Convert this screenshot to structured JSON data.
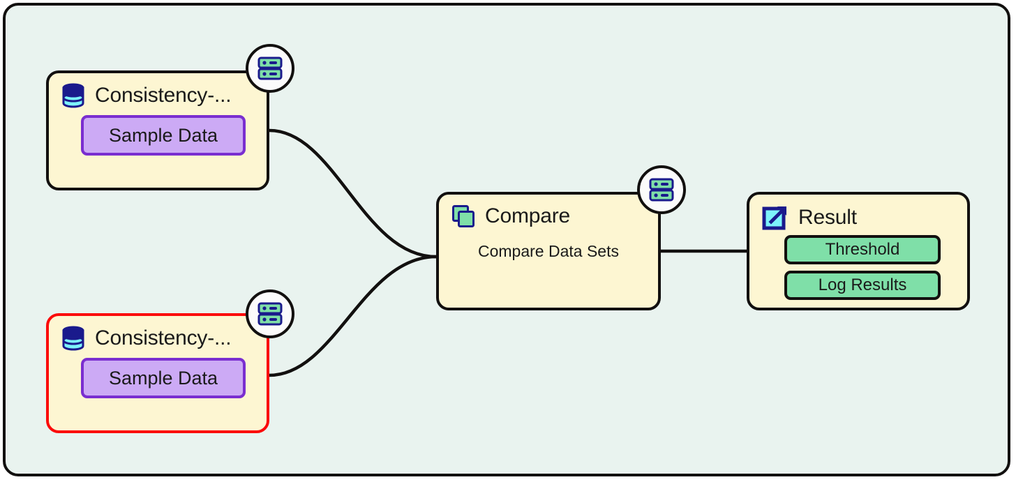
{
  "canvas": {
    "background_color": "#e9f3ef",
    "frame_border_color": "#12100f"
  },
  "palette": {
    "node_fill": "#fdf6d2",
    "node_border": "#12100f",
    "selected_border": "#fb0a0a",
    "purple_pill_fill": "#ccaaf5",
    "purple_pill_border": "#7a2ed0",
    "green_pill_fill": "#7fdfa8",
    "green_icon_fill": "#7fdfa8",
    "navy": "#1a1a8c",
    "cyan": "#7df3fb",
    "badge_fill": "#fbfbfb"
  },
  "nodes": [
    {
      "id": "consistency-top",
      "title": "Consistency-...",
      "icon": "database-icon",
      "badge_icon": "server-rack-icon",
      "selected": false,
      "pills": [
        {
          "label": "Sample Data",
          "style": "purple"
        }
      ]
    },
    {
      "id": "consistency-bottom",
      "title": "Consistency-...",
      "icon": "database-icon",
      "badge_icon": "server-rack-icon",
      "selected": true,
      "pills": [
        {
          "label": "Sample Data",
          "style": "purple"
        }
      ]
    },
    {
      "id": "compare",
      "title": "Compare",
      "subtitle": "Compare Data Sets",
      "icon": "copy-stack-icon",
      "badge_icon": "server-rack-icon",
      "selected": false,
      "pills": []
    },
    {
      "id": "result",
      "title": "Result",
      "icon": "external-link-icon",
      "selected": false,
      "pills": [
        {
          "label": "Threshold",
          "style": "green"
        },
        {
          "label": "Log Results",
          "style": "green"
        }
      ]
    }
  ],
  "edges": [
    {
      "from": "consistency-top",
      "to": "compare",
      "type": "bezier"
    },
    {
      "from": "consistency-bottom",
      "to": "compare",
      "type": "bezier"
    },
    {
      "from": "compare",
      "to": "result",
      "type": "straight"
    }
  ]
}
